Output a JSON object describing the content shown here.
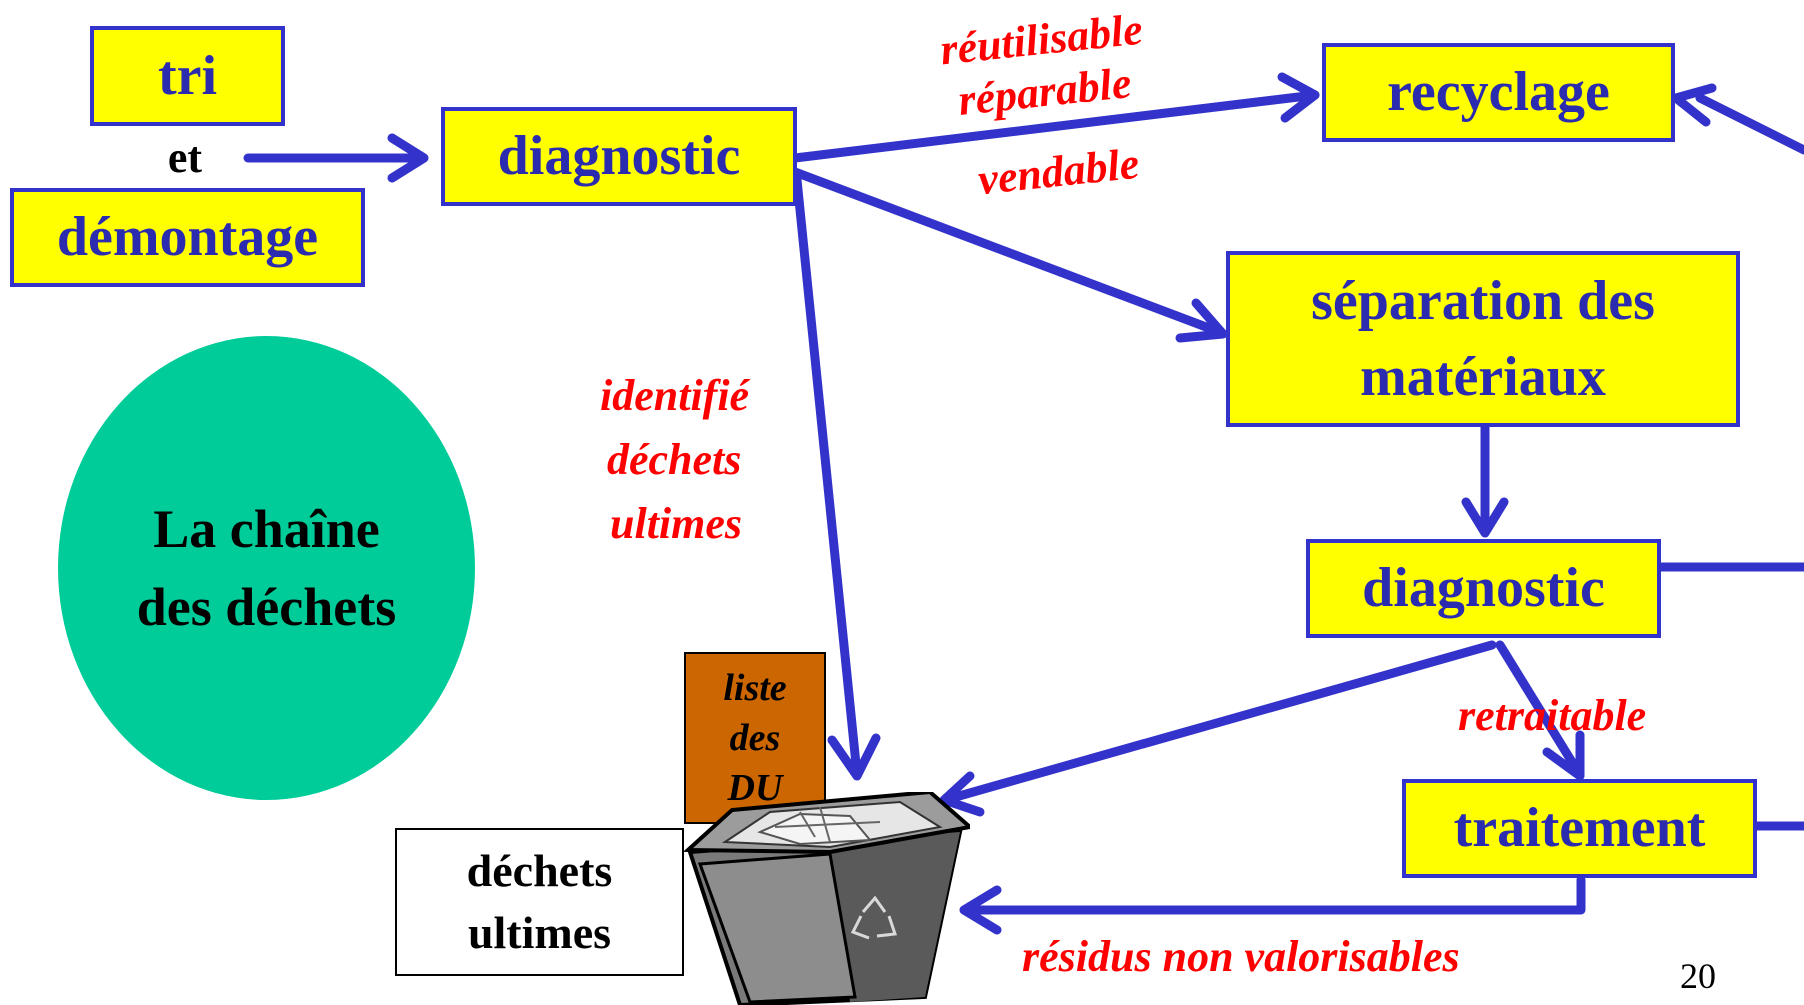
{
  "boxes": {
    "tri": "tri",
    "demontage": "démontage",
    "diagnostic_1": "diagnostic",
    "recyclage": "recyclage",
    "separation": "séparation des matériaux",
    "diagnostic_2": "diagnostic",
    "traitement": "traitement"
  },
  "connector_et": "et",
  "title_oval": "La chaîne des déchets",
  "labels": {
    "reutilisable": "réutilisable",
    "reparable": "réparable",
    "vendable": "vendable",
    "identifie": "identifié",
    "dechets": "déchets",
    "ultimes": "ultimes",
    "retraitable": "retraitable",
    "residus": "résidus non valorisables"
  },
  "liste_du": "liste des DU",
  "dechets_ultimes": "déchets ultimes",
  "page_number": "20",
  "colors": {
    "box_fill": "#ffff00",
    "box_border": "#3333cc",
    "box_text": "#2b2bb0",
    "arrow": "#3333cc",
    "annotation": "#ff0000",
    "oval": "#00cc99",
    "liste_fill": "#cc6600"
  },
  "icons": {
    "bin": "recycling-bin-icon"
  }
}
